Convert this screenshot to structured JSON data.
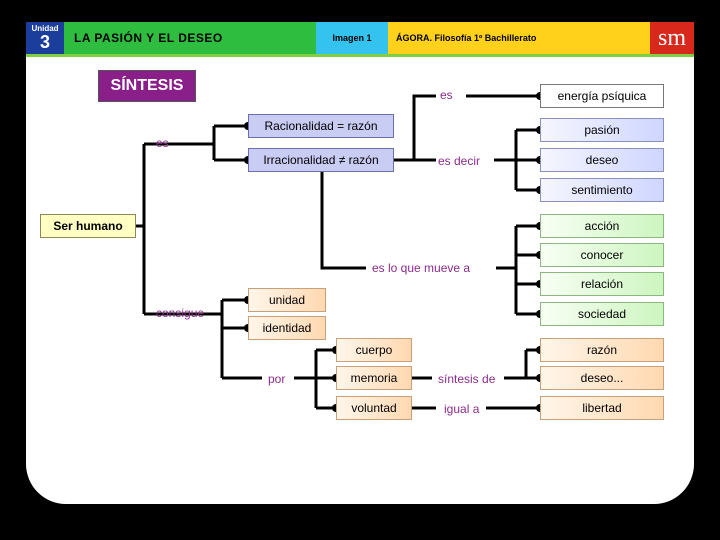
{
  "header": {
    "unit_label": "Unidad",
    "unit_number": "3",
    "title": "LA PASIÓN Y EL DESEO",
    "image_label": "Imagen 1",
    "book": "ÁGORA. Filosofía 1º Bachillerato",
    "logo": "sm"
  },
  "colors": {
    "unit_bg": "#1b3d9c",
    "title_bg": "#2ebd3e",
    "image_bg": "#33c3ee",
    "book_bg": "#ffd11a",
    "logo_bg": "#d8281c",
    "sintesis_bg": "#8b1f8a",
    "label_color": "#8b2c8b"
  },
  "sintesis": "SÍNTESIS",
  "nodes": {
    "ser_humano": "Ser humano",
    "racionalidad": "Racionalidad = razón",
    "irracionalidad": "Irracionalidad ≠ razón",
    "energia": "energía psíquica",
    "pasion": "pasión",
    "deseo": "deseo",
    "sentimiento": "sentimiento",
    "accion": "acción",
    "conocer": "conocer",
    "relacion": "relación",
    "sociedad": "sociedad",
    "unidad": "unidad",
    "identidad": "identidad",
    "cuerpo": "cuerpo",
    "memoria": "memoria",
    "voluntad": "voluntad",
    "razon": "razón",
    "deseo2": "deseo...",
    "libertad": "libertad"
  },
  "labels": {
    "es1": "es",
    "es2": "es",
    "es_decir": "es decir",
    "mueve": "es lo que mueve a",
    "consigue": "consigue",
    "por": "por",
    "sintesis_de": "síntesis de",
    "igual_a": "igual a"
  }
}
